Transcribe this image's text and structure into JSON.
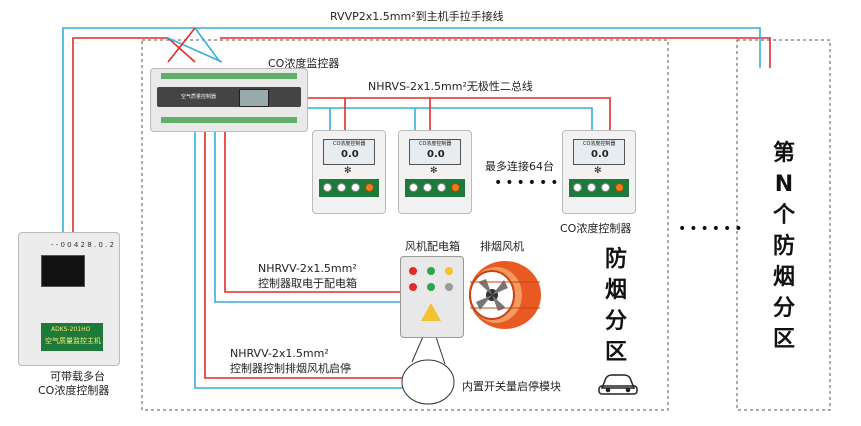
{
  "labels": {
    "top_cable": "RVVP2x1.5mm²到主机手拉手接线",
    "monitor": "CO浓度监控器",
    "bus": "NHRVS-2x1.5mm²无极性二总线",
    "max_connect": "最多连接64台",
    "co_detector": "CO浓度控制器",
    "fan_box": "风机配电箱",
    "smoke_fan": "排烟风机",
    "nhrvv1_a": "NHRVV-2x1.5mm²",
    "nhrvv1_b": "控制器取电于配电箱",
    "nhrvv2_a": "NHRVV-2x1.5mm²",
    "nhrvv2_b": "控制器控制排烟风机启停",
    "builtin_module": "内置开关量启停模块",
    "host_caption_1": "可带载多台",
    "host_caption_2": "CO浓度控制器",
    "host_panel": "空气质量监控主机",
    "host_model": "ADKS-201HO",
    "monitor_panel": "空气质量控制器",
    "detector_title": "CO浓度控制器",
    "detector_reading": "0.0",
    "host_display": "- - 0 0 4 2 8 . 0 . 2"
  },
  "zone_text": [
    "防",
    "烟",
    "分",
    "区"
  ],
  "nth_zone_text": [
    "第",
    "N",
    "个",
    "防",
    "烟",
    "分",
    "区"
  ],
  "colors": {
    "red": "#e32b2b",
    "blue": "#36aee0",
    "green": "#1d7a3a",
    "orange": "#e85a22",
    "dashed": "#555555"
  }
}
